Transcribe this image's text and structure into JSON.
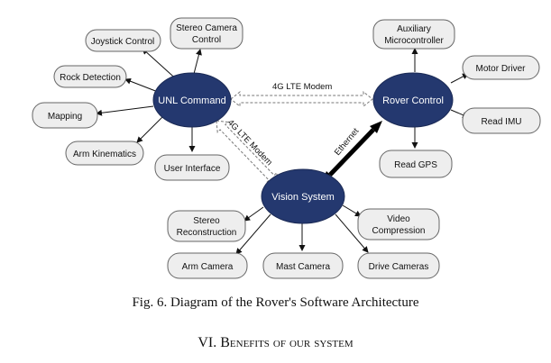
{
  "diagram": {
    "hubs": {
      "unl_command": "UNL Command",
      "rover_control": "Rover Control",
      "vision_system": "Vision System"
    },
    "unl_children": {
      "joystick": "Joystick Control",
      "stereo_camera_control_l1": "Stereo Camera",
      "stereo_camera_control_l2": "Control",
      "rock_detection": "Rock Detection",
      "mapping": "Mapping",
      "arm_kinematics": "Arm Kinematics",
      "user_interface": "User Interface"
    },
    "rover_children": {
      "aux_l1": "Auxiliary",
      "aux_l2": "Microcontroller",
      "motor_driver": "Motor Driver",
      "read_imu": "Read IMU",
      "read_gps": "Read GPS"
    },
    "vision_children": {
      "stereo_recon_l1": "Stereo",
      "stereo_recon_l2": "Reconstruction",
      "video_comp_l1": "Video",
      "video_comp_l2": "Compression",
      "arm_camera": "Arm Camera",
      "mast_camera": "Mast Camera",
      "drive_cameras": "Drive Cameras"
    },
    "links": {
      "modem_top": "4G LTE Modem",
      "modem_diag": "4G LTE Modem",
      "ethernet": "Ethernet"
    },
    "colors": {
      "hub_fill": "#24386f",
      "box_fill": "#eeeeee"
    }
  },
  "caption": "Fig. 6. Diagram of the Rover's Software Architecture",
  "section_heading": "VI. Benefits of our system"
}
